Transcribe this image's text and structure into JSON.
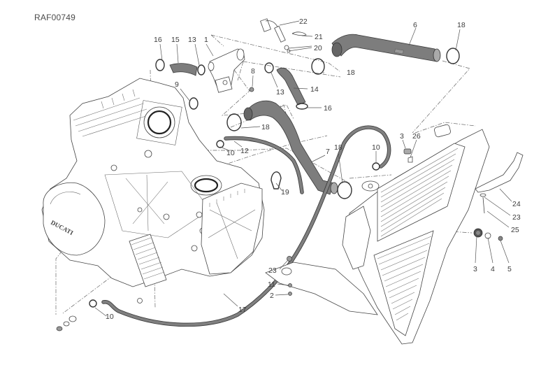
{
  "diagram": {
    "reference_code": "RAF00749",
    "title": "Engine cooling system exploded view",
    "brand_mark": "DUCATI",
    "callouts": [
      {
        "id": "c22",
        "label": "22",
        "part": "temperature-sensor"
      },
      {
        "id": "c21",
        "label": "21",
        "part": "sensor-clip"
      },
      {
        "id": "c20",
        "label": "20",
        "part": "sensor-seal"
      },
      {
        "id": "c6",
        "label": "6",
        "part": "upper-radiator-hose"
      },
      {
        "id": "c18a",
        "label": "18",
        "part": "hose-clamp"
      },
      {
        "id": "c16a",
        "label": "16",
        "part": "hose-clamp-small"
      },
      {
        "id": "c15",
        "label": "15",
        "part": "hose-short"
      },
      {
        "id": "c13a",
        "label": "13",
        "part": "hose-clamp"
      },
      {
        "id": "c1",
        "label": "1",
        "part": "thermostat-housing"
      },
      {
        "id": "c8",
        "label": "8",
        "part": "screw"
      },
      {
        "id": "c13b",
        "label": "13",
        "part": "hose-clamp"
      },
      {
        "id": "c14",
        "label": "14",
        "part": "hose"
      },
      {
        "id": "c18b",
        "label": "18",
        "part": "hose-clamp"
      },
      {
        "id": "c16b",
        "label": "16",
        "part": "hose-clamp-small"
      },
      {
        "id": "c9",
        "label": "9",
        "part": "gasket-ring"
      },
      {
        "id": "c18c",
        "label": "18",
        "part": "hose-clamp"
      },
      {
        "id": "c10a",
        "label": "10",
        "part": "clip"
      },
      {
        "id": "c12",
        "label": "12",
        "part": "small-bleed-hose"
      },
      {
        "id": "c7",
        "label": "7",
        "part": "lower-radiator-hose"
      },
      {
        "id": "c19",
        "label": "19",
        "part": "hose-retainer"
      },
      {
        "id": "c18d",
        "label": "18",
        "part": "hose-clamp"
      },
      {
        "id": "c10b",
        "label": "10",
        "part": "clip"
      },
      {
        "id": "c3a",
        "label": "3",
        "part": "rubber-grommet"
      },
      {
        "id": "c26",
        "label": "26",
        "part": "spacer"
      },
      {
        "id": "c24",
        "label": "24",
        "part": "radiator-bracket"
      },
      {
        "id": "c23a",
        "label": "23",
        "part": "washer"
      },
      {
        "id": "c25",
        "label": "25",
        "part": "screw"
      },
      {
        "id": "c3b",
        "label": "3",
        "part": "rubber-grommet"
      },
      {
        "id": "c4",
        "label": "4",
        "part": "washer"
      },
      {
        "id": "c5",
        "label": "5",
        "part": "screw"
      },
      {
        "id": "c23b",
        "label": "23",
        "part": "washer"
      },
      {
        "id": "c11",
        "label": "11",
        "part": "bushing"
      },
      {
        "id": "c2",
        "label": "2",
        "part": "screw"
      },
      {
        "id": "c17",
        "label": "17",
        "part": "overflow-hose"
      },
      {
        "id": "c10c",
        "label": "10",
        "part": "clip"
      }
    ]
  }
}
